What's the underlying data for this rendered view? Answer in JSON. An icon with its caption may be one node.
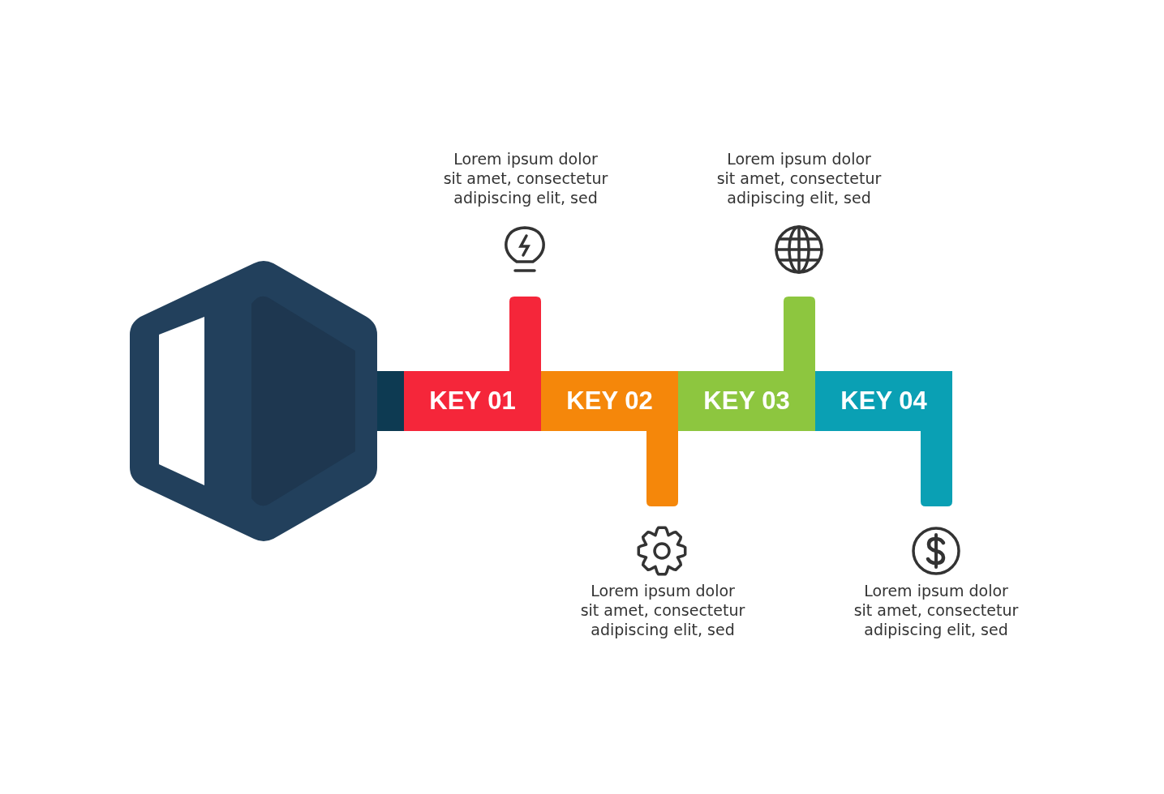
{
  "diagram": {
    "nodes": [
      {
        "text": [
          "KEY 01"
        ]
      },
      {
        "text": [
          "KEY 02"
        ]
      },
      {
        "text": [
          "KEY 03"
        ]
      },
      {
        "text": [
          "KEY 04"
        ]
      }
    ],
    "edges": [],
    "labels": [
      "Lorem ipsum dolor sit amet, consectetur adipiscing elit, sed",
      "Lorem ipsum dolor sit amet, consectetur adipiscing elit, sed",
      "Lorem ipsum dolor sit amet, consectetur adipiscing elit, sed",
      "Lorem ipsum dolor sit amet, consectetur adipiscing elit, sed"
    ]
  }
}
